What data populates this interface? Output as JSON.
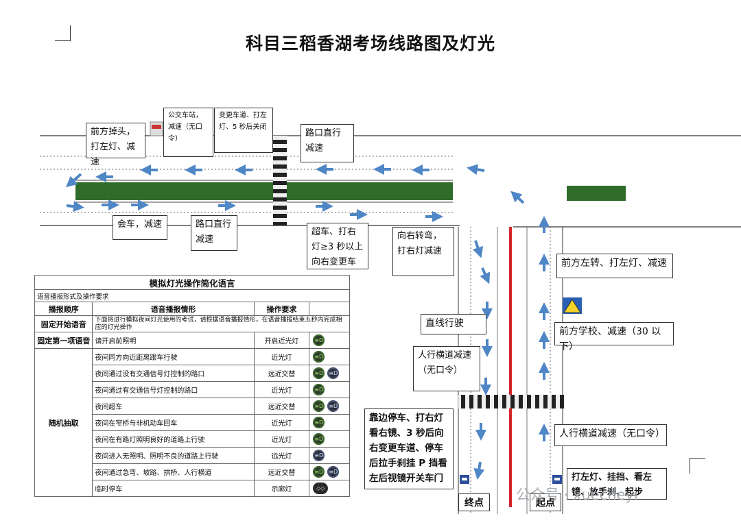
{
  "title": "科目三稻香湖考场线路图及灯光",
  "notes": {
    "uturn": "前方掉头，打左灯、减速",
    "bus_stop": "公交车站，减速（无口令）",
    "lane_change": "变更车道、打左灯、5 秒后关闭",
    "intersection_top": "路口直行减速",
    "meeting": "会车，减速",
    "intersection_bottom": "路口直行减速",
    "overtake": "超车、打右灯≥3 秒以上向右变更车",
    "right_turn": "向右转弯，打右灯减速",
    "left_turn": "前方左转、打左灯、减速",
    "straight": "直线行驶",
    "crosswalk_left": "人行横道减速（无口令）",
    "school": "前方学校、减速（30 以下）",
    "crosswalk_right": "人行横道减速（无口令）",
    "park": "靠边停车、打右灯看右镜、3 秒后向右变更车道、停车后拉手刹挂 P 挡看左后视镜开关车门",
    "start_steps": "打左灯、挂挡、看左镜、放手刹、起步",
    "end_label": "终点",
    "start_label": "起点"
  },
  "table": {
    "caption": "模拟灯光操作简化语言",
    "subtitle": "语音播报形式及操作要求",
    "headers": [
      "播报顺序",
      "语音播报情形",
      "操作要求"
    ],
    "groups": {
      "fixed_start": "固定开始语音",
      "fixed_first": "固定第一项语音",
      "random": "随机抽取"
    },
    "intro_text": "下面将进行模拟夜间灯光使用的考试，请根据语音播报情形，在语音播报结束五秒内完成相应的灯光操作",
    "first_item": "请开启前照明",
    "first_op": "开启近光灯",
    "rows": [
      {
        "text": "夜间同方向近距离跟车行驶",
        "op": "近光灯"
      },
      {
        "text": "夜间通过没有交通信号灯控制的路口",
        "op": "远近交替"
      },
      {
        "text": "夜间通过有交通信号灯控制的路口",
        "op": "近光灯"
      },
      {
        "text": "夜间超车",
        "op": "远近交替"
      },
      {
        "text": "夜间在窄桥与非机动车回车",
        "op": "近光灯"
      },
      {
        "text": "夜间在有路灯照明良好的道路上行驶",
        "op": "近光灯"
      },
      {
        "text": "夜间进入无照明、照明不良的道路上行驶",
        "op": "远光灯"
      },
      {
        "text": "夜间通过急弯、坡路、拱桥、人行横道",
        "op": "远近交替"
      },
      {
        "text": "临时停车",
        "op": "示廓灯"
      }
    ]
  },
  "watermark": "公众号 · xuecheyi",
  "colors": {
    "median": "#2f6b2a",
    "arrow": "#4f86c6",
    "center_line": "#d6232a"
  },
  "icons": [
    "bus-stop-icon",
    "school-sign-icon",
    "parking-sign-icon",
    "low-beam-icon",
    "high-beam-icon",
    "hazard-light-icon"
  ]
}
